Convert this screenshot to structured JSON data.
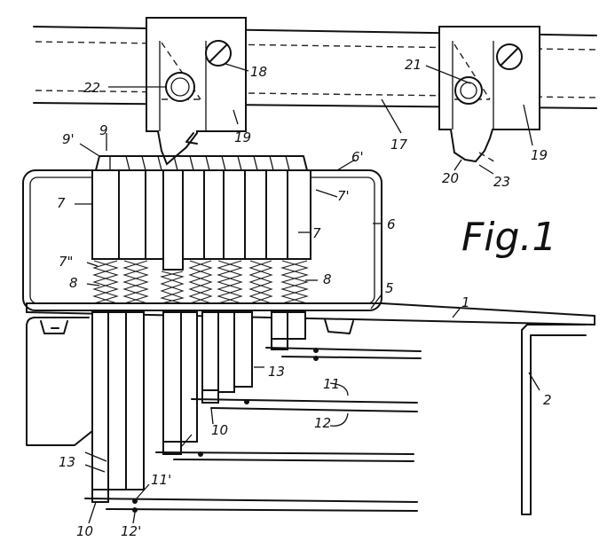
{
  "figure_title": "Fig.1",
  "labels": {
    "l1": "1",
    "l2": "2",
    "l5": "5",
    "l6": "6",
    "l6p": "6'",
    "l7a": "7",
    "l7b": "7",
    "l7p": "7'",
    "l7pp": "7\"",
    "l8a": "8",
    "l8b": "8",
    "l9": "9",
    "l9p": "9'",
    "l10a": "10",
    "l10b": "10",
    "l11": "11",
    "l11p": "11'",
    "l12": "12",
    "l12p": "12'",
    "l13a": "13",
    "l13b": "13",
    "l17": "17",
    "l18": "18",
    "l19a": "19",
    "l19b": "19",
    "l20": "20",
    "l21": "21",
    "l22": "22",
    "l23": "23"
  }
}
